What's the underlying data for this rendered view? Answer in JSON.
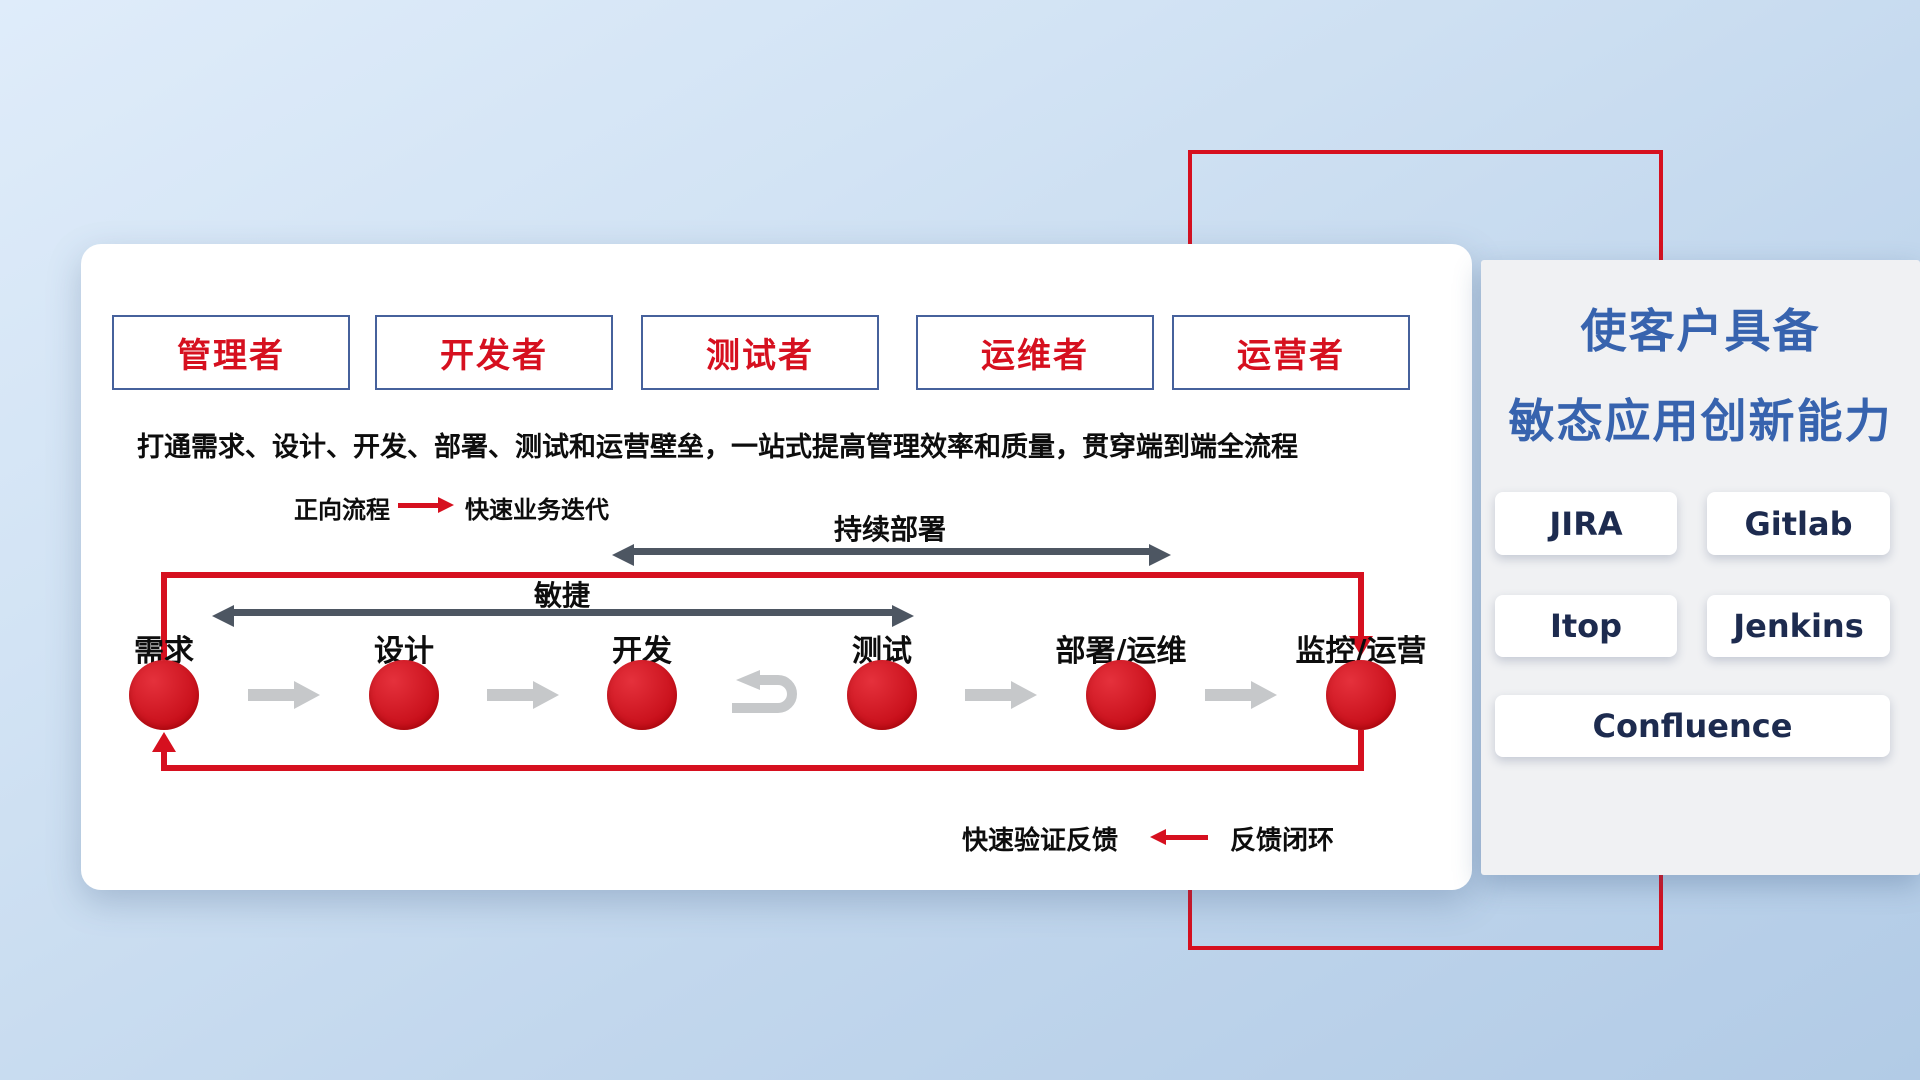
{
  "roles": [
    "管理者",
    "开发者",
    "测试者",
    "运维者",
    "运营者"
  ],
  "subtitle": "打通需求、设计、开发、部署、测试和运营壁垒，一站式提高管理效率和质量，贯穿端到端全流程",
  "legend_forward": {
    "label": "正向流程",
    "desc": "快速业务迭代"
  },
  "flow_arrows": {
    "continuous_deployment": "持续部署",
    "agile": "敏捷"
  },
  "stages": [
    "需求",
    "设计",
    "开发",
    "测试",
    "部署/运维",
    "监控/运营"
  ],
  "legend_feedback": {
    "label": "快速验证反馈",
    "desc": "反馈闭环"
  },
  "right_panel": {
    "title_line1": "使客户具备",
    "title_line2": "敏态应用创新能力",
    "tools": [
      "JIRA",
      "Gitlab",
      "Itop",
      "Jenkins",
      "Confluence"
    ]
  },
  "colors": {
    "red": "#d6101f",
    "dark_arrow": "#4d5662",
    "gray_arrow": "#c6c8ca",
    "title_blue": "#3763ae",
    "role_border": "#46619c"
  }
}
